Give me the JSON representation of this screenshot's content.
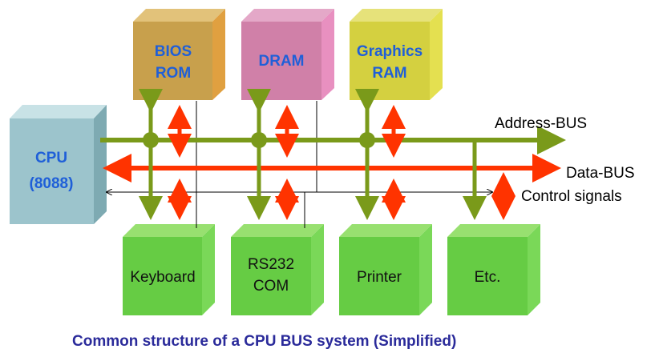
{
  "caption": "Common structure of a CPU BUS system (Simplified)",
  "cpu": {
    "line1": "CPU",
    "line2": "(8088)"
  },
  "memory": {
    "bios": {
      "line1": "BIOS",
      "line2": "ROM"
    },
    "dram": {
      "line1": "DRAM"
    },
    "graphics": {
      "line1": "Graphics",
      "line2": "RAM"
    }
  },
  "devices": {
    "keyboard": {
      "line1": "Keyboard"
    },
    "rs232": {
      "line1": "RS232",
      "line2": "COM"
    },
    "printer": {
      "line1": "Printer"
    },
    "etc": {
      "line1": "Etc."
    }
  },
  "buses": {
    "address": "Address-BUS",
    "data": "Data-BUS",
    "control": "Control signals"
  },
  "colors": {
    "address_bus": "#7a9a1a",
    "data_bus": "#ff3300",
    "control_line": "#000000",
    "label_blue": "#1f5fd8",
    "caption": "#2a2a9a",
    "cpu_box": "#9cc4cc",
    "bios_box": "#c8a04c",
    "dram_box": "#d080a8",
    "graphics_box": "#d4d040",
    "device_box": "#66cc44"
  }
}
